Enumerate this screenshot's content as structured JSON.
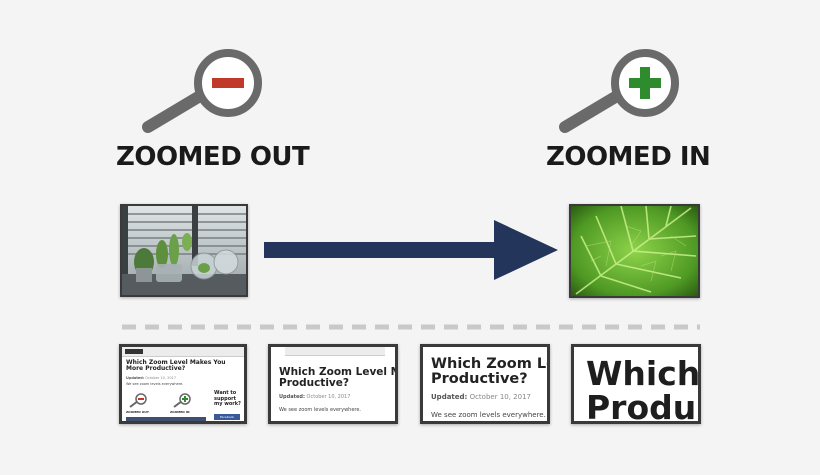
{
  "left": {
    "heading": "ZOOMED OUT",
    "icon": "magnifier-minus-icon",
    "sign_color": "#c0392b"
  },
  "right": {
    "heading": "ZOOMED IN",
    "icon": "magnifier-plus-icon",
    "sign_color": "#2e8b2e"
  },
  "arrow": {
    "color": "#23355a"
  },
  "page": {
    "title_full": "Which Zoom Level Makes You More Productive?",
    "title_part_1": "Which Zoom Level Makes",
    "title_part_2": "Productive?",
    "title_part_3a": "Which Zoom Leve",
    "title_part_3b": "Productive?",
    "title_part_4a": "Which",
    "title_part_4b": "Produ",
    "updated_label": "Updated:",
    "updated_date": "October 10, 2017",
    "body_text": "We see zoom levels everywhere.",
    "sidebar_text": "Want to support my work?",
    "mini_left_label": "ZOOMED OUT",
    "mini_right_label": "ZOOMED IN",
    "share_label": "Facebook"
  }
}
